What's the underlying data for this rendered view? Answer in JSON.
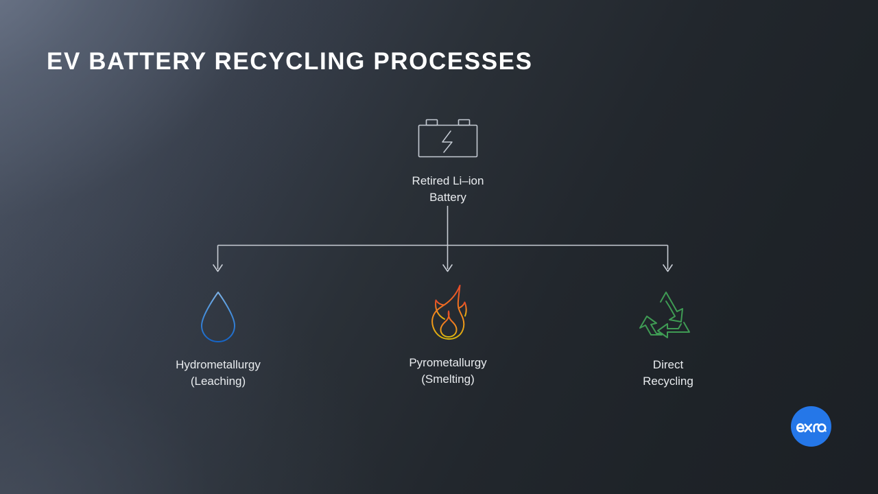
{
  "slide": {
    "title": "EV BATTERY RECYCLING PROCESSES",
    "background_top_left": "#525b6c",
    "background_bottom_right": "#1c2025"
  },
  "diagram": {
    "source_node": {
      "icon": "battery-icon",
      "icon_color": "#c5cbd4",
      "label": "Retired Li–ion\nBattery"
    },
    "branches": [
      {
        "icon": "water-droplet-icon",
        "icon_color": "#2f80d8",
        "label": "Hydrometallurgy\n(Leaching)"
      },
      {
        "icon": "flame-icon",
        "icon_color": "#e8602c",
        "label": "Pyrometallurgy\n(Smelting)"
      },
      {
        "icon": "recycling-icon",
        "icon_color": "#3f9b54",
        "label": "Direct\nRecycling"
      }
    ],
    "connector_color": "#c9ced6"
  },
  "logo": {
    "name": "exro-logo",
    "wordmark": "exro",
    "circle_color": "#2577e8",
    "mark_color": "#ffffff"
  }
}
